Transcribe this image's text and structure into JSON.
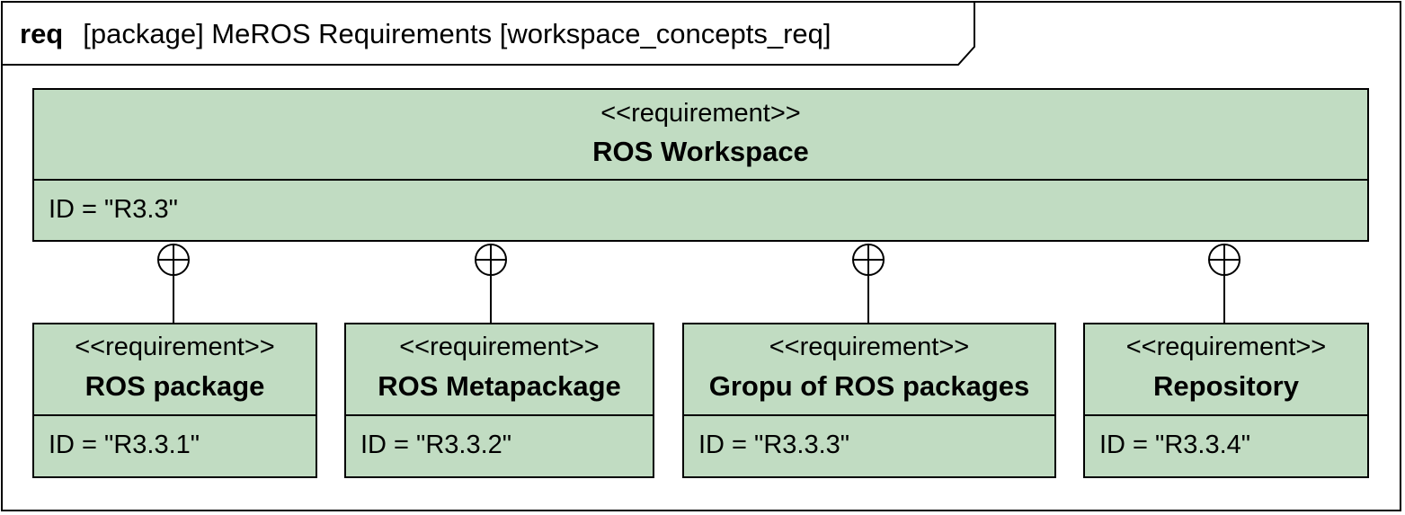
{
  "frame": {
    "kind": "req",
    "title": "[package] MeROS Requirements [workspace_concepts_req]"
  },
  "colors": {
    "block_fill": "#c1dcc2",
    "stroke": "#000000"
  },
  "parent": {
    "stereotype": "<<requirement>>",
    "name": "ROS Workspace",
    "id": "ID = \"R3.3\""
  },
  "children": [
    {
      "stereotype": "<<requirement>>",
      "name": "ROS package",
      "id": "ID = \"R3.3.1\""
    },
    {
      "stereotype": "<<requirement>>",
      "name": "ROS Metapackage",
      "id": "ID = \"R3.3.2\""
    },
    {
      "stereotype": "<<requirement>>",
      "name": "Gropu of ROS packages",
      "id": "ID = \"R3.3.3\""
    },
    {
      "stereotype": "<<requirement>>",
      "name": "Repository",
      "id": "ID = \"R3.3.4\""
    }
  ],
  "relationship": "containment"
}
